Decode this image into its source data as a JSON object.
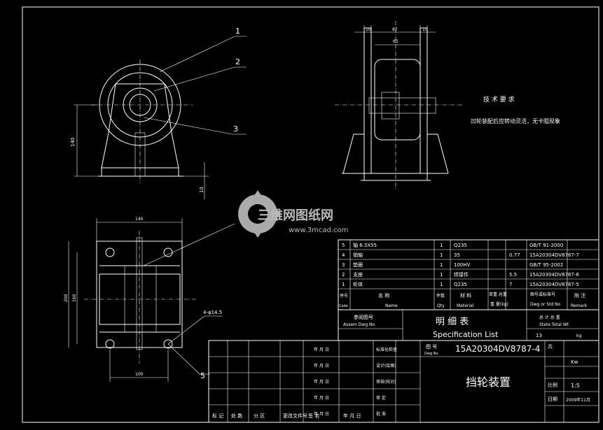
{
  "leaders": {
    "l1": "1",
    "l2": "2",
    "l3": "3",
    "l5": "5"
  },
  "dims": {
    "top_w1": "10",
    "top_w2": "87",
    "top_w3": "10",
    "top_inner": "65",
    "side_h": "140",
    "side_base": "10",
    "plan_w": "140",
    "plan_h1": "160",
    "plan_h2": "200",
    "plan_w2": "100",
    "hole": "4-φ14.5"
  },
  "tech": {
    "title": "技 术 要 求",
    "line": "凹轮装配后应转动灵活，无卡阻现象"
  },
  "watermark": {
    "cn": "三维网图纸网",
    "url": "www.3mcad.com"
  },
  "parts": {
    "rows": [
      {
        "no": "5",
        "name": "轴 6.3X55",
        "qty": "1",
        "mat": "Q235",
        "w": "",
        "std": "GB/T 91-2000"
      },
      {
        "no": "4",
        "name": "销轴",
        "qty": "1",
        "mat": "35",
        "w": "0.77",
        "std": "15A20304DV8787-7"
      },
      {
        "no": "3",
        "name": "垫圈",
        "qty": "1",
        "mat": "100HV",
        "w": "",
        "std": "GB/T 95-2002"
      },
      {
        "no": "2",
        "name": "支座",
        "qty": "1",
        "mat": "焊接件",
        "w": "5.5",
        "std": "15A20304DV8787-6"
      },
      {
        "no": "1",
        "name": "轮体",
        "qty": "1",
        "mat": "Q235",
        "w": "7",
        "std": "15A20304DV8787-5"
      }
    ],
    "header": {
      "no_cn": "序号",
      "no_en": "Code",
      "name_cn": "名   称",
      "name_en": "Name",
      "qty_cn": "件数",
      "qty_en": "Qty",
      "mat_cn": "材 料",
      "mat_en": "Material",
      "w_cn": "单重 总重",
      "w_en": "重 量(kg)",
      "std_cn": "图号或标准号",
      "std_en": "Dwg or Std No",
      "rem_cn": "附 注",
      "rem_en": "Remark"
    },
    "assem_cn": "参阅图号",
    "assem_en": "Assem Dwg No",
    "spec_cn": "明 细 表",
    "spec_en": "Specification List",
    "total_cn": "总 计 总 重",
    "total_en": "State Total Wt",
    "total_val": "13",
    "total_unit": "kg"
  },
  "title_block": {
    "dwg_label_cn": "图 号",
    "dwg_label_en": "Dwg No",
    "dwg_no": "15A20304DV8787-4",
    "title": "挡轮装置",
    "sheet_cn": "共",
    "sheet_val": "Kw",
    "scale_cn": "比例",
    "scale_val": "1:5",
    "date_cn": "日期",
    "date_val": "2009年11月",
    "sig_left": [
      "年 月 日",
      "年 月 日",
      "年 月 日",
      "年 月 日",
      "年 月 日"
    ],
    "roles": [
      "标准化检查",
      "设计(绘图)",
      "审核(校对)",
      "审 定",
      "批 准"
    ],
    "bottom": [
      "标 记",
      "处 数",
      "分 区",
      "更改文件号",
      "签 名",
      "年 月 日"
    ]
  }
}
